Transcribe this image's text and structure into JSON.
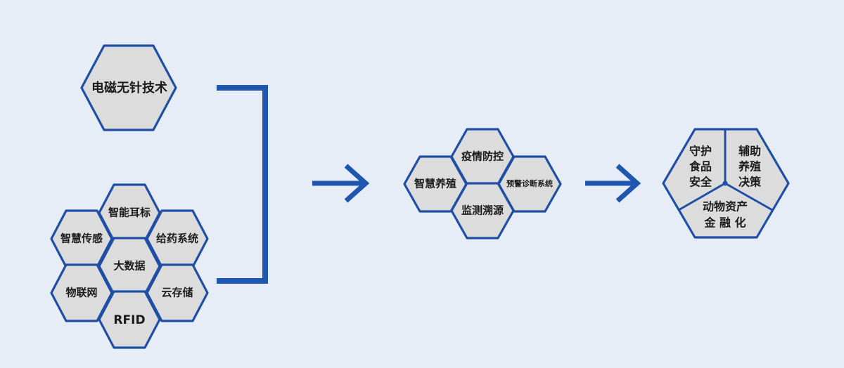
{
  "colors": {
    "background": "#e6edf7",
    "hex_fill": "#dcdcdc",
    "hex_stroke": "#1f4fa5",
    "connector": "#1f57b0"
  },
  "top": {
    "label": "电磁无针技术"
  },
  "cluster": {
    "center": "大数据",
    "top": "智能耳标",
    "upper_left": "智慧传感",
    "upper_right": "给药系统",
    "lower_left": "物联网",
    "lower_right": "云存储",
    "bottom": "RFID"
  },
  "middle": {
    "top": "疫情防控",
    "left": "智慧养殖",
    "right": "预警诊断系统",
    "bottom": "监测溯源"
  },
  "result": {
    "upper_left": [
      "守护",
      "食品",
      "安全"
    ],
    "upper_right": [
      "辅助",
      "养殖",
      "决策"
    ],
    "bottom": [
      "动物资产",
      "金 融 化"
    ]
  }
}
